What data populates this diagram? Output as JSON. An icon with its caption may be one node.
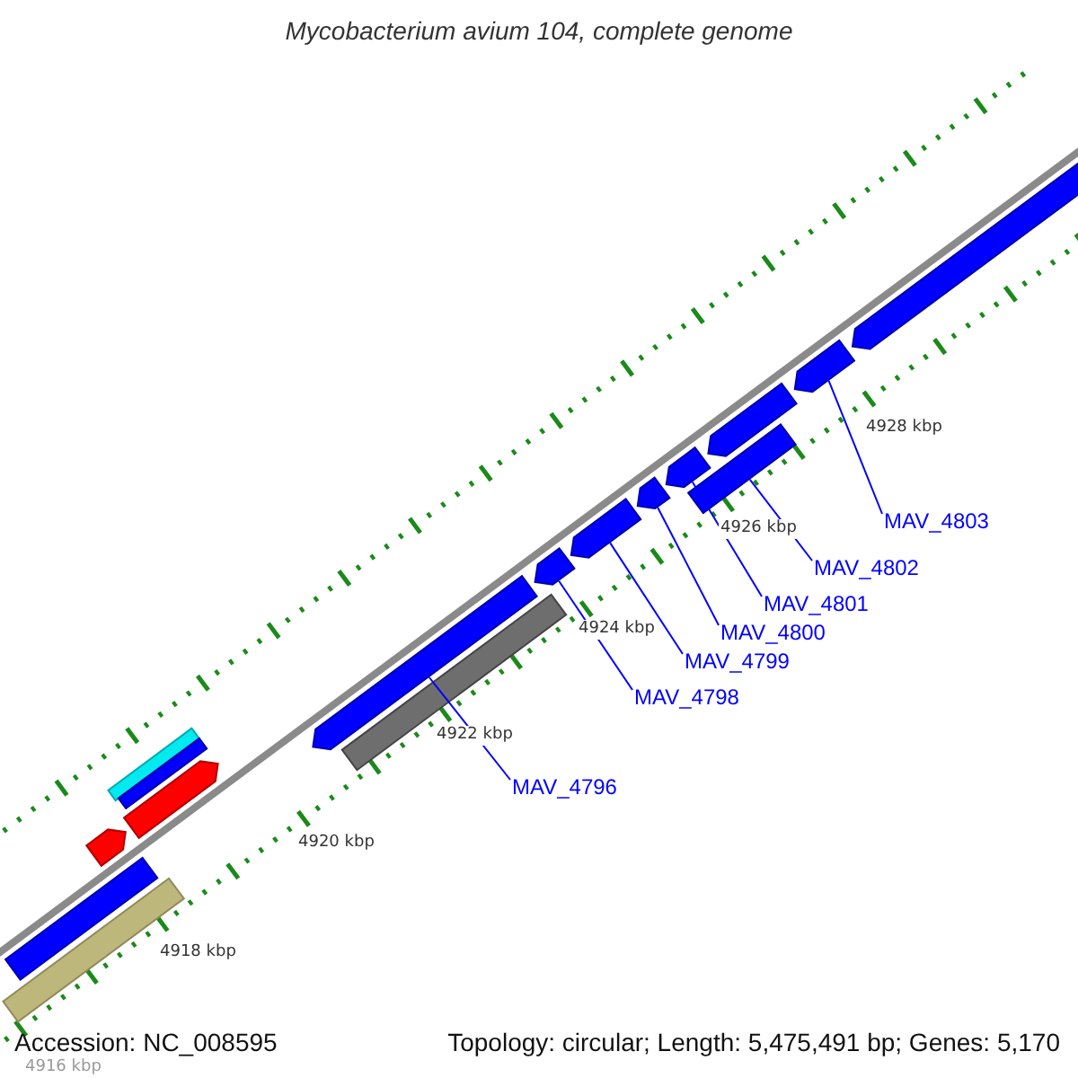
{
  "diagram": {
    "title": "Mycobacterium avium 104, complete genome",
    "nodes": [
      {
        "text": [
          "MAV_4796"
        ]
      },
      {
        "text": [
          "MAV_4798"
        ]
      },
      {
        "text": [
          "MAV_4799"
        ]
      },
      {
        "text": [
          "MAV_4800"
        ]
      },
      {
        "text": [
          "MAV_4801"
        ]
      },
      {
        "text": [
          "MAV_4802"
        ]
      },
      {
        "text": [
          "MAV_4803"
        ]
      },
      {
        "text": [],
        "shape": "arrow"
      },
      {
        "text": [],
        "shape": "arrow"
      },
      {
        "text": [],
        "shape": "arrow"
      },
      {
        "text": [],
        "shape": "arrow"
      },
      {
        "text": [],
        "shape": "arrow"
      },
      {
        "text": [],
        "shape": "bar"
      },
      {
        "text": [],
        "shape": "arrow"
      },
      {
        "text": [],
        "shape": "arrow"
      },
      {
        "text": [],
        "shape": "arrow"
      },
      {
        "text": [],
        "shape": "bar"
      },
      {
        "text": [],
        "shape": "bar"
      },
      {
        "text": [],
        "shape": "bar"
      },
      {
        "text": [],
        "shape": "bar"
      },
      {
        "text": [],
        "shape": "bar"
      },
      {
        "text": [],
        "shape": "arrow"
      },
      {
        "text": [],
        "shape": "arrow"
      }
    ],
    "edges": [
      {
        "from": 0,
        "to": 7,
        "arrow": "none"
      },
      {
        "from": 1,
        "to": 8,
        "arrow": "none"
      },
      {
        "from": 2,
        "to": 9,
        "arrow": "none"
      },
      {
        "from": 3,
        "to": 10,
        "arrow": "none"
      },
      {
        "from": 4,
        "to": 11,
        "arrow": "none"
      },
      {
        "from": 5,
        "to": 12,
        "arrow": "none"
      },
      {
        "from": 6,
        "to": 13,
        "arrow": "none"
      }
    ],
    "labels": [
      "4928 kbp",
      "4926 kbp",
      "4924 kbp",
      "4922 kbp",
      "4920 kbp",
      "4918 kbp",
      "4916 kbp",
      "Accession: NC_008595",
      "Topology: circular; Length: 5,475,491 bp; Genes: 5,170"
    ]
  }
}
